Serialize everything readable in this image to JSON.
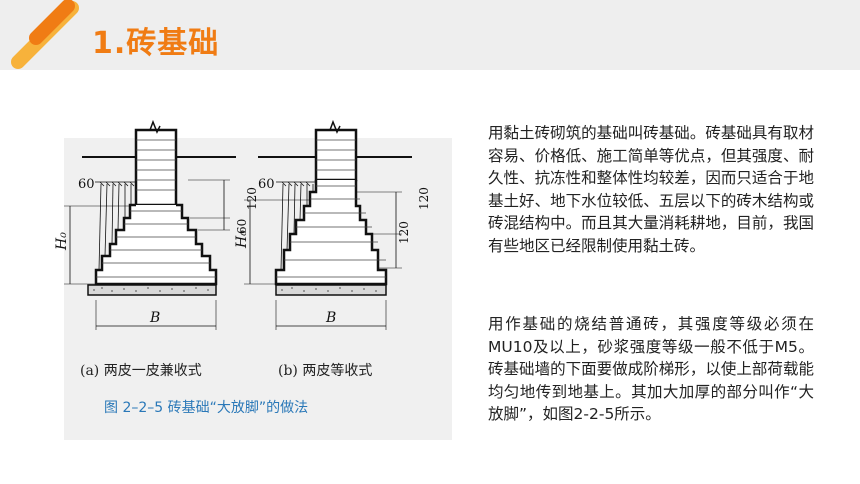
{
  "header": {
    "title": "1.砖基础"
  },
  "figure": {
    "caption_a": "(a) 两皮一皮兼收式",
    "caption_b": "(b) 两皮等收式",
    "title": "图 2–2–5   砖基础“大放脚”的做法",
    "labels": {
      "sixty": "60",
      "onetwenty": "120",
      "h0": "H₀",
      "b": "B"
    }
  },
  "body": {
    "paragraph1": "用黏土砖砌筑的基础叫砖基础。砖基础具有取材容易、价格低、施工简单等优点，但其强度、耐久性、抗冻性和整体性均较差，因而只适合于地基土好、地下水位较低、五层以下的砖木结构或砖混结构中。而且其大量消耗耕地，目前，我国有些地区已经限制使用黏土砖。",
    "paragraph2": "用作基础的烧结普通砖，其强度等级必须在MU10及以上，砂浆强度等级一般不低于M5。砖基础墙的下面要做成阶梯形，以使上部荷载能均匀地传到地基上。其加大加厚的部分叫作“大放脚”，如图2-2-5所示。"
  },
  "colors": {
    "accent": "#f07c14",
    "accent_light": "#f7b23b",
    "caption_blue": "#2a78b8",
    "header_bg": "#eeeeee",
    "panel_bg": "#f0f0f0"
  }
}
